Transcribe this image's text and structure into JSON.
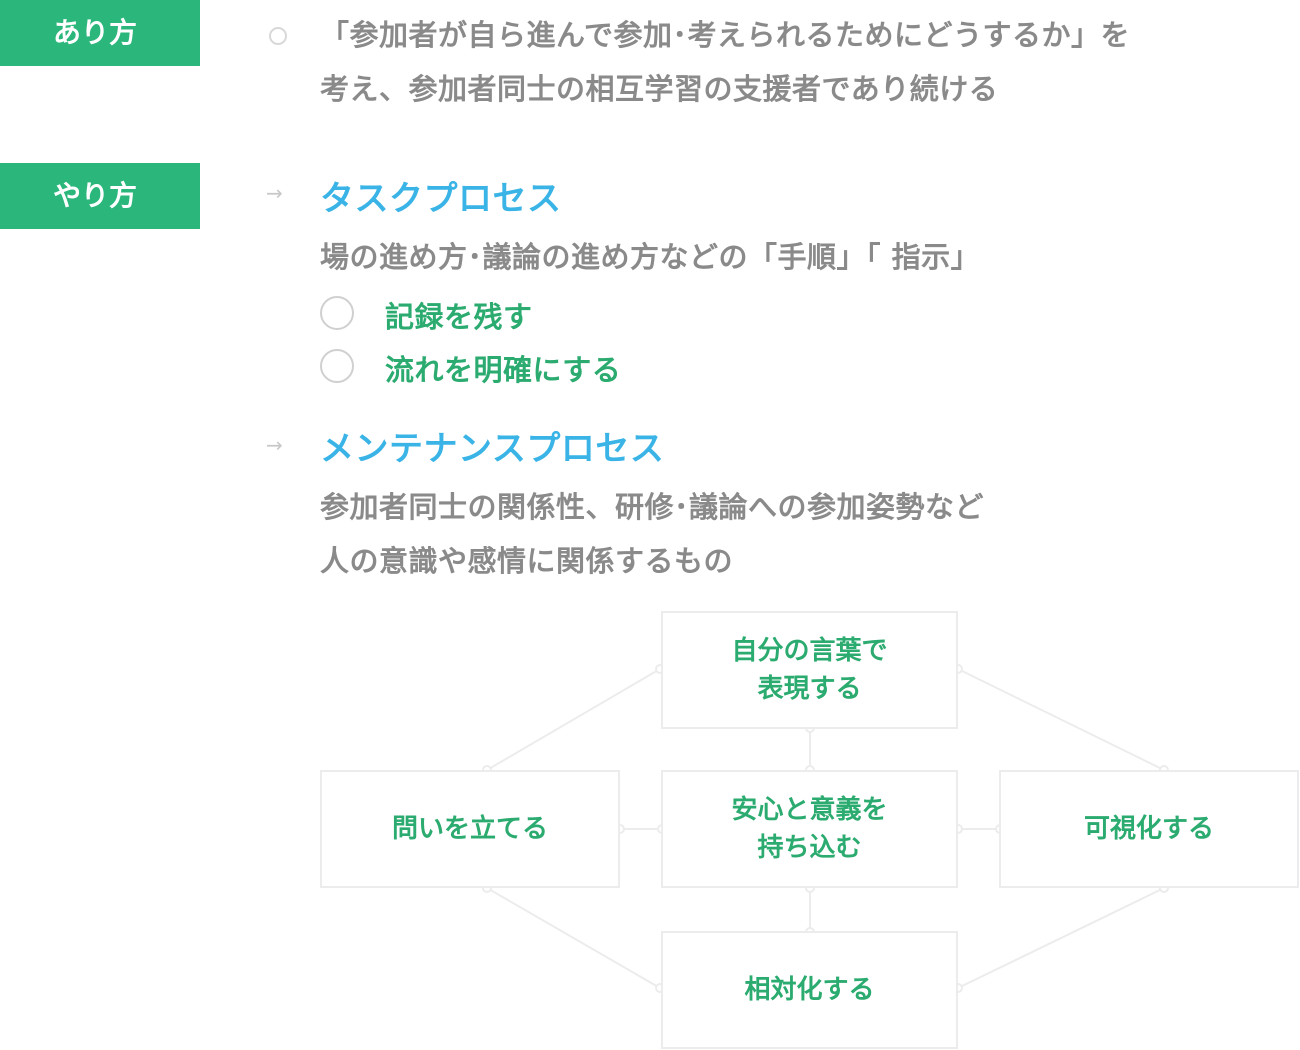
{
  "arikata": {
    "tag": "あり方",
    "line1": "「参加者が自ら進んで参加･考えられるためにどうするか」を",
    "line2": "考え、参加者同士の相互学習の支援者であり続ける"
  },
  "yarikata": {
    "tag": "やり方",
    "task": {
      "arrow": "→",
      "title": "タスクプロセス",
      "desc": "場の進め方･議論の進め方などの「手順」「 指示」",
      "items": [
        "記録を残す",
        "流れを明確にする"
      ]
    },
    "maintenance": {
      "arrow": "→",
      "title": "メンテナンスプロセス",
      "desc1": "参加者同士の関係性、研修･議論への参加姿勢など",
      "desc2": "人の意識や感情に関係するもの"
    }
  },
  "diagram": {
    "top": "自分の言葉で\n表現する",
    "left": "問いを立てる",
    "center": "安心と意義を\n持ち込む",
    "right": "可視化する",
    "bottom": "相対化する"
  }
}
